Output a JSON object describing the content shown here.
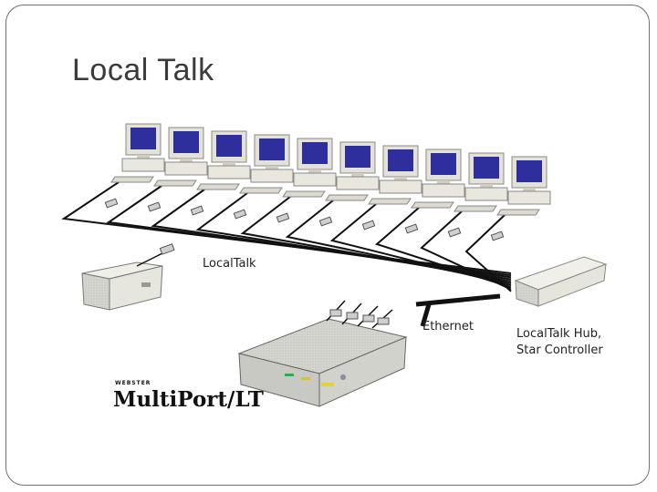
{
  "slide": {
    "title": "Local Talk"
  },
  "diagram": {
    "localtalk_label": "LocalTalk",
    "ethernet_label": "Ethernet",
    "hub_label_line1": "LocalTalk Hub,",
    "hub_label_line2": "Star Controller",
    "brand_small": "WEBSTER",
    "brand_name": "MultiPort/LT",
    "computer_count": 10
  },
  "colors": {
    "screen": "#2e2f9c",
    "monitor_body": "#e4e2d8",
    "cable": "#111111",
    "device_body": "#d8d8d8"
  }
}
